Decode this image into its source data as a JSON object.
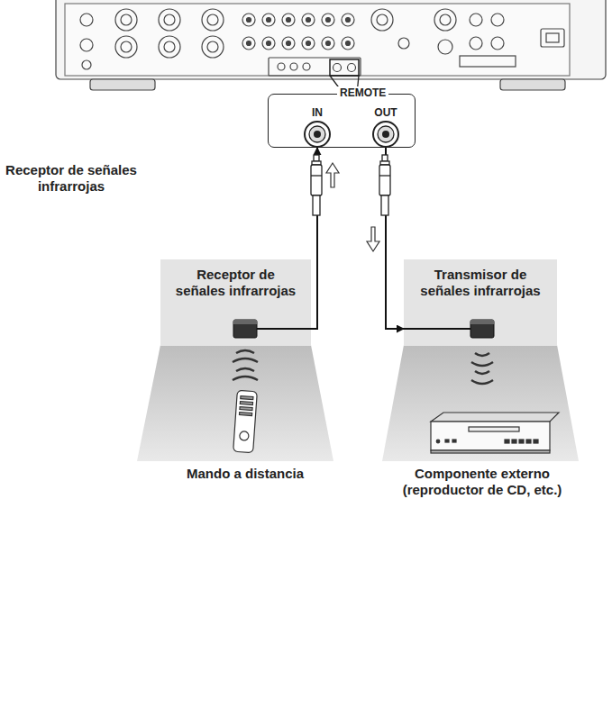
{
  "diagram": {
    "nodes": [
      {
        "text": [
          "REMOTE"
        ]
      },
      {
        "text": [
          "IN"
        ],
        "in": 0
      },
      {
        "text": [
          "OUT"
        ],
        "in": 0
      },
      {
        "text": [
          "Receptor de señales infrarrojas"
        ]
      },
      {
        "text": [
          "Transmisor de señales infrarrojas"
        ]
      }
    ],
    "edges": [
      {
        "from": 3,
        "to": 1,
        "arrow": "to"
      },
      {
        "from": 2,
        "to": 4,
        "arrow": "to"
      }
    ],
    "labels": [
      "Receptor de señales infrarrojas",
      "Mando a distancia",
      "Componente externo (reproductor de CD, etc.)"
    ]
  }
}
